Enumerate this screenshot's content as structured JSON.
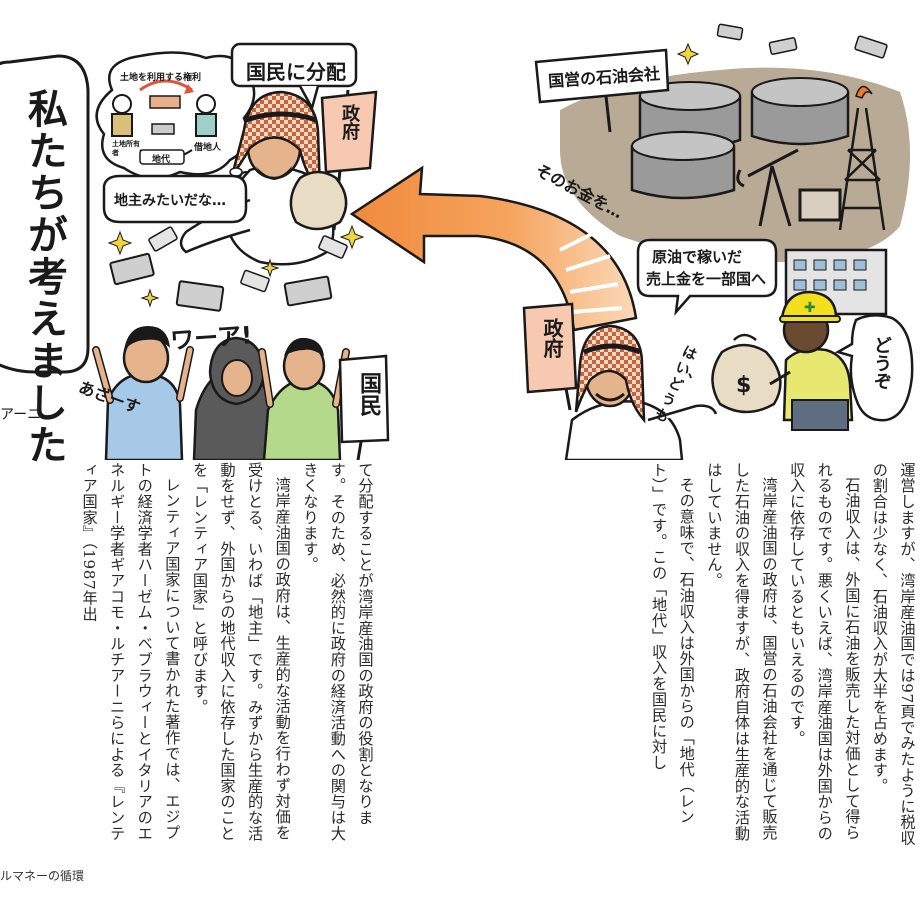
{
  "headline": "私たちが考えました",
  "author_fragment": "アーニ",
  "footer_label": "ルマネーの循環",
  "left_illustration": {
    "speech_top": "国民に分配",
    "government_sign": "政府",
    "thought_title": "土地を利用する権利",
    "landowner_label": "土地所有者",
    "rent_label": "地代",
    "tenant_label": "借地人",
    "musing": "地主みたいだな…",
    "cheer": "ワーア!",
    "crowd_aside": "あざーす",
    "citizens_sign": "国民"
  },
  "right_illustration": {
    "company_sign": "国営の石油会社",
    "money_flow": "そのお金を…",
    "oil_sales_note_1": "原油で稼いだ",
    "oil_sales_note_2": "売上金を一部国へ",
    "government_sign": "政府",
    "reply": "はい、どうも",
    "offer": "どうぞ"
  },
  "right_columns": [
    {
      "text": "…に税収の割合は少なく、石油収入が大半を占めます。",
      "indent": false
    },
    {
      "text": "運営しますが、湾岸産油国では97頁でみたように税収の割合は少なく、石油収入が大半を占めます。",
      "indent": false
    },
    {
      "text": "石油収入は、外国に石油を販売した対価として得られるものです。悪くいえば、湾岸産油国は外国からの収入に依存しているともいえるのです。",
      "indent": true
    },
    {
      "text": "湾岸産油国の政府は、国営の石油会社を通じて販売した石油の収入を得ますが、政府自体は生産的な活動はしていません。",
      "indent": true
    },
    {
      "text": "その意味で、石油収入は外国からの「地代（レント）」です。この「地代」収入を国民に対し",
      "indent": true
    }
  ],
  "left_columns": [
    {
      "text": "て分配することが湾岸産油国の政府の役割となります。そのため、必然的に政府の経済活動への関与は大きくなります。",
      "indent": false
    },
    {
      "text": "湾岸産油国の政府は、生産的な活動を行わず対価を受けとる、いわば「地主」です。みずから生産的な活動をせず、外国からの地代収入に依存した国家のことを「レンティア国家」と呼びます。",
      "indent": true
    },
    {
      "text": "レンティア国家について書かれた著作では、エジプトの経済学者ハーゼム・ベブラウィーとイタリアのエネルギー学者ギアコモ・ルチアーニらによる『レンティア国家』（1987年出",
      "indent": true
    }
  ],
  "colors": {
    "orange_arrow": "#f08a3c",
    "orange_light": "#f9c79a",
    "oil_ground": "#b8aa94",
    "tank_gray": "#8c8c8c",
    "helmet": "#f2e01c",
    "keffiyeh": "#c9633a",
    "citizen_shirt_blue": "#a7c9e8",
    "citizen_shirt_green": "#b5d98a",
    "hijab": "#5a5a5a",
    "money": "#cfcfcf"
  }
}
